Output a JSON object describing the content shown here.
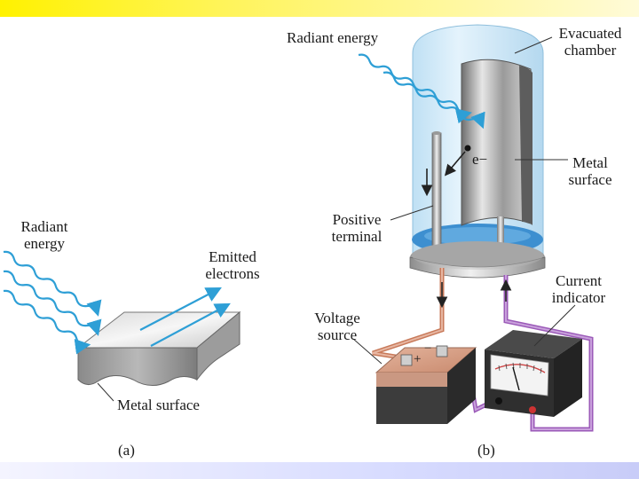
{
  "panel_a": {
    "label": "(a)",
    "radiant_energy": "Radiant energy",
    "emitted_electrons": "Emitted electrons",
    "metal_surface": "Metal surface"
  },
  "panel_b": {
    "label": "(b)",
    "radiant_energy": "Radiant energy",
    "evacuated_chamber": "Evacuated chamber",
    "electron": "e−",
    "metal_surface": "Metal surface",
    "positive_terminal": "Positive terminal",
    "voltage_source": "Voltage source",
    "current_indicator": "Current indicator",
    "plus_sign": "+",
    "minus_sign": "−"
  },
  "colors": {
    "top_band": "#fff200",
    "bottom_band": "#d0d4f8",
    "light_ray": "#2e9fd6",
    "copper_wire": "#c87a5a",
    "purple_wire": "#9b5ab8",
    "chamber_glass": "#c7e4f6"
  }
}
